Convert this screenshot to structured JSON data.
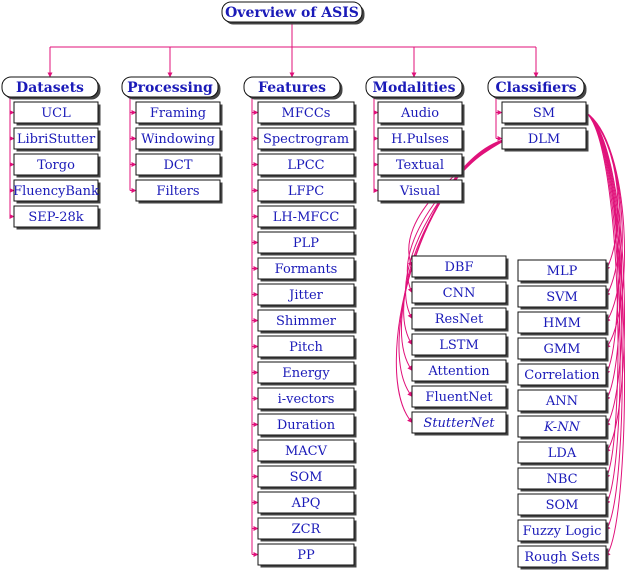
{
  "title": "Overview of ASIS",
  "colors": {
    "text": "#1a1ab8",
    "connector": "#e0117a",
    "border": "#111111",
    "shadow": "#444444"
  },
  "columns": [
    {
      "header": "Datasets",
      "items": [
        "UCL",
        "LibriStutter",
        "Torgo",
        "FluencyBank",
        "SEP-28k"
      ]
    },
    {
      "header": "Processing",
      "items": [
        "Framing",
        "Windowing",
        "DCT",
        "Filters"
      ]
    },
    {
      "header": "Features",
      "items": [
        "MFCCs",
        "Spectrogram",
        "LPCC",
        "LFPC",
        "LH-MFCC",
        "PLP",
        "Formants",
        "Jitter",
        "Shimmer",
        "Pitch",
        "Energy",
        "i-vectors",
        "Duration",
        "MACV",
        "SOM",
        "APQ",
        "ZCR",
        "PP"
      ]
    },
    {
      "header": "Modalities",
      "items": [
        "Audio",
        "H.Pulses",
        "Textual",
        "Visual"
      ]
    },
    {
      "header": "Classifiers",
      "items": [
        "SM",
        "DLM"
      ]
    }
  ],
  "dlm_models": [
    "DBF",
    "CNN",
    "ResNet",
    "LSTM",
    "Attention",
    "FluentNet",
    "StutterNet"
  ],
  "sm_models": [
    "MLP",
    "SVM",
    "HMM",
    "GMM",
    "Correlation",
    "ANN",
    "K-NN",
    "LDA",
    "NBC",
    "SOM",
    "Fuzzy Logic",
    "Rough Sets"
  ]
}
